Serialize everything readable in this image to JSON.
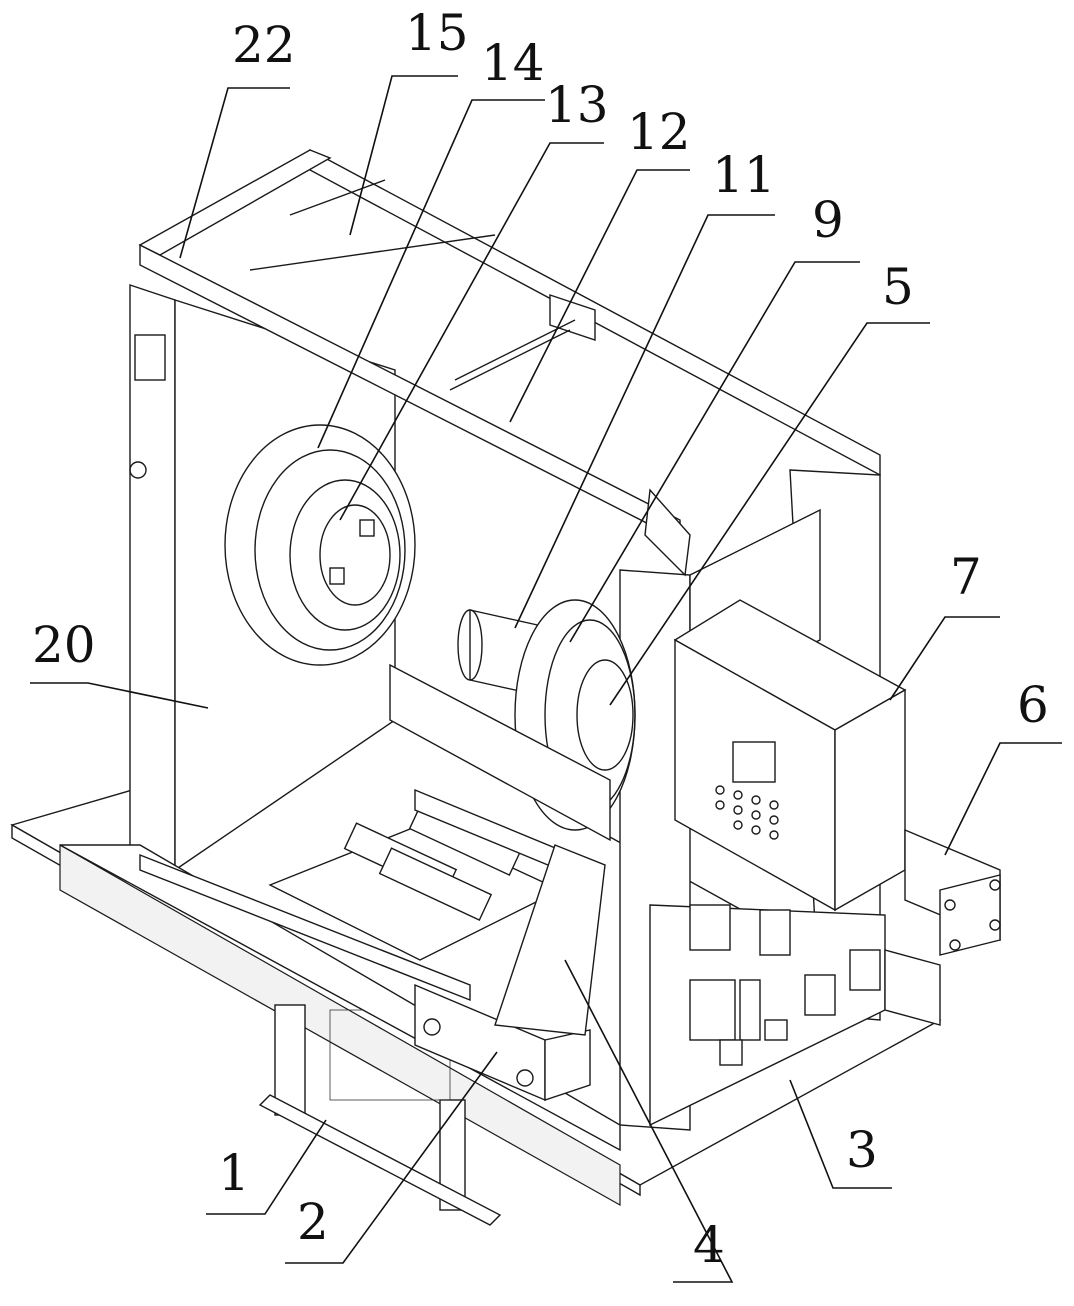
{
  "figure": {
    "labels": {
      "l1": "1",
      "l2": "2",
      "l3": "3",
      "l4": "4",
      "l5": "5",
      "l6": "6",
      "l7": "7",
      "l9": "9",
      "l11": "11",
      "l12": "12",
      "l13": "13",
      "l14": "14",
      "l15": "15",
      "l20": "20",
      "l22": "22"
    }
  }
}
